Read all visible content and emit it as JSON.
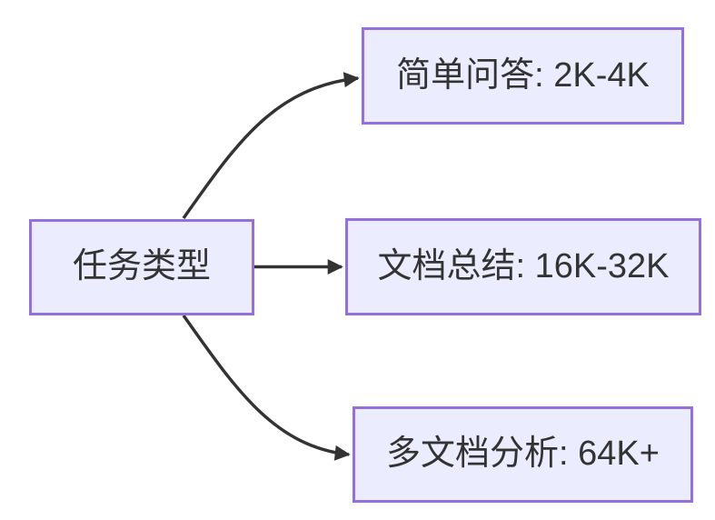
{
  "diagram": {
    "type": "flowchart-left-to-right",
    "background": "#ffffff",
    "node_fill": "#ECECFF",
    "node_border": "#9370DB",
    "edge_color": "#333333",
    "text_color": "#333333",
    "root": {
      "label": "任务类型"
    },
    "leaves": [
      {
        "label": "简单问答: 2K-4K"
      },
      {
        "label": "文档总结: 16K-32K"
      },
      {
        "label": "多文档分析: 64K+"
      }
    ]
  }
}
